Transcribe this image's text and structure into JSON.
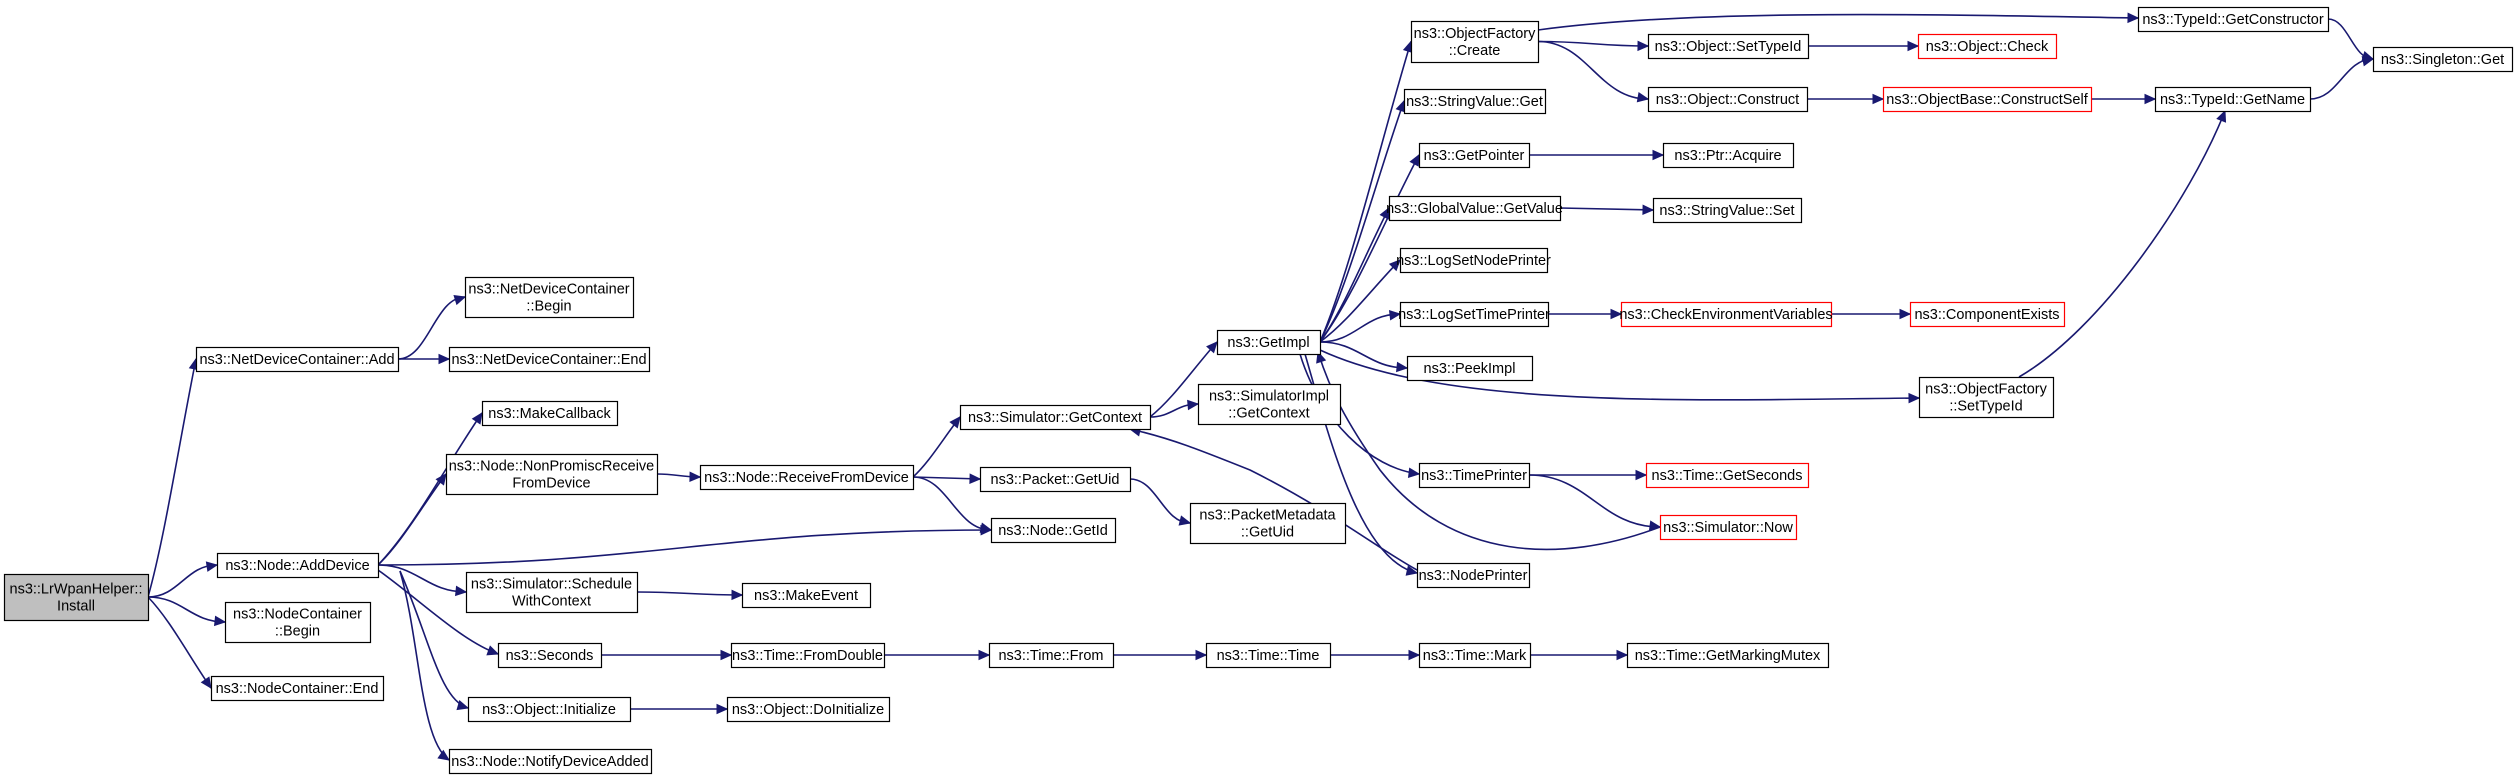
{
  "diagram": {
    "type": "call-graph",
    "root": "root",
    "colors": {
      "edge": "#191970",
      "node_border": "#000000",
      "node_border_truncated": "#ff0000",
      "root_fill": "#bfbfbf",
      "node_fill": "#ffffff"
    },
    "nodes": [
      {
        "id": "root",
        "lines": [
          "ns3::LrWpanHelper::",
          "Install"
        ],
        "root": true
      },
      {
        "id": "ndc-add",
        "lines": [
          "ns3::NetDeviceContainer::Add"
        ]
      },
      {
        "id": "node-adddevice",
        "lines": [
          "ns3::Node::AddDevice"
        ]
      },
      {
        "id": "nc-begin",
        "lines": [
          "ns3::NodeContainer",
          "::Begin"
        ]
      },
      {
        "id": "nc-end",
        "lines": [
          "ns3::NodeContainer::End"
        ]
      },
      {
        "id": "ndc-begin",
        "lines": [
          "ns3::NetDeviceContainer",
          "::Begin"
        ]
      },
      {
        "id": "ndc-end",
        "lines": [
          "ns3::NetDeviceContainer::End"
        ]
      },
      {
        "id": "makecallback",
        "lines": [
          "ns3::MakeCallback"
        ]
      },
      {
        "id": "nonpromisc",
        "lines": [
          "ns3::Node::NonPromiscReceive",
          "FromDevice"
        ]
      },
      {
        "id": "sched-ctx",
        "lines": [
          "ns3::Simulator::Schedule",
          "WithContext"
        ]
      },
      {
        "id": "seconds",
        "lines": [
          "ns3::Seconds"
        ]
      },
      {
        "id": "obj-init",
        "lines": [
          "ns3::Object::Initialize"
        ]
      },
      {
        "id": "notify-added",
        "lines": [
          "ns3::Node::NotifyDeviceAdded"
        ]
      },
      {
        "id": "receivefrom",
        "lines": [
          "ns3::Node::ReceiveFromDevice"
        ]
      },
      {
        "id": "makeevent",
        "lines": [
          "ns3::MakeEvent"
        ]
      },
      {
        "id": "fromdouble",
        "lines": [
          "ns3::Time::FromDouble"
        ]
      },
      {
        "id": "doinit",
        "lines": [
          "ns3::Object::DoInitialize"
        ]
      },
      {
        "id": "sim-getctx",
        "lines": [
          "ns3::Simulator::GetContext"
        ]
      },
      {
        "id": "pkt-getuid",
        "lines": [
          "ns3::Packet::GetUid"
        ]
      },
      {
        "id": "node-getid",
        "lines": [
          "ns3::Node::GetId"
        ]
      },
      {
        "id": "time-from",
        "lines": [
          "ns3::Time::From"
        ]
      },
      {
        "id": "getimpl",
        "lines": [
          "ns3::GetImpl"
        ]
      },
      {
        "id": "simimpl-getctx",
        "lines": [
          "ns3::SimulatorImpl",
          "::GetContext"
        ]
      },
      {
        "id": "pktmeta-getuid",
        "lines": [
          "ns3::PacketMetadata",
          "::GetUid"
        ]
      },
      {
        "id": "time-time",
        "lines": [
          "ns3::Time::Time"
        ]
      },
      {
        "id": "of-create",
        "lines": [
          "ns3::ObjectFactory",
          "::Create"
        ]
      },
      {
        "id": "stringvalue-get",
        "lines": [
          "ns3::StringValue::Get"
        ]
      },
      {
        "id": "getpointer",
        "lines": [
          "ns3::GetPointer"
        ]
      },
      {
        "id": "gv-getvalue",
        "lines": [
          "ns3::GlobalValue::GetValue"
        ]
      },
      {
        "id": "logsetnode",
        "lines": [
          "ns3::LogSetNodePrinter"
        ]
      },
      {
        "id": "logsettime",
        "lines": [
          "ns3::LogSetTimePrinter"
        ]
      },
      {
        "id": "peekimpl",
        "lines": [
          "ns3::PeekImpl"
        ]
      },
      {
        "id": "timeprinter",
        "lines": [
          "ns3::TimePrinter"
        ]
      },
      {
        "id": "nodeprinter",
        "lines": [
          "ns3::NodePrinter"
        ]
      },
      {
        "id": "time-mark",
        "lines": [
          "ns3::Time::Mark"
        ]
      },
      {
        "id": "obj-settypeid",
        "lines": [
          "ns3::Object::SetTypeId"
        ]
      },
      {
        "id": "obj-construct",
        "lines": [
          "ns3::Object::Construct"
        ]
      },
      {
        "id": "ptr-acquire",
        "lines": [
          "ns3::Ptr::Acquire"
        ]
      },
      {
        "id": "stringvalue-set",
        "lines": [
          "ns3::StringValue::Set"
        ]
      },
      {
        "id": "checkenv",
        "lines": [
          "ns3::CheckEnvironmentVariables"
        ],
        "truncated": true
      },
      {
        "id": "time-getseconds",
        "lines": [
          "ns3::Time::GetSeconds"
        ],
        "truncated": true
      },
      {
        "id": "sim-now",
        "lines": [
          "ns3::Simulator::Now"
        ],
        "truncated": true
      },
      {
        "id": "time-getmarkingmutex",
        "lines": [
          "ns3::Time::GetMarkingMutex"
        ]
      },
      {
        "id": "obj-check",
        "lines": [
          "ns3::Object::Check"
        ],
        "truncated": true
      },
      {
        "id": "objbase-constructself",
        "lines": [
          "ns3::ObjectBase::ConstructSelf"
        ],
        "truncated": true
      },
      {
        "id": "componentexists",
        "lines": [
          "ns3::ComponentExists"
        ],
        "truncated": true
      },
      {
        "id": "of-settypeid",
        "lines": [
          "ns3::ObjectFactory",
          "::SetTypeId"
        ]
      },
      {
        "id": "typeid-getconstructor",
        "lines": [
          "ns3::TypeId::GetConstructor"
        ]
      },
      {
        "id": "typeid-getname",
        "lines": [
          "ns3::TypeId::GetName"
        ]
      },
      {
        "id": "singleton-get",
        "lines": [
          "ns3::Singleton::Get"
        ]
      }
    ],
    "edges": [
      [
        "root",
        "ndc-add"
      ],
      [
        "root",
        "node-adddevice"
      ],
      [
        "root",
        "nc-begin"
      ],
      [
        "root",
        "nc-end"
      ],
      [
        "ndc-add",
        "ndc-begin"
      ],
      [
        "ndc-add",
        "ndc-end"
      ],
      [
        "node-adddevice",
        "makecallback"
      ],
      [
        "node-adddevice",
        "nonpromisc"
      ],
      [
        "node-adddevice",
        "node-getid"
      ],
      [
        "node-adddevice",
        "sched-ctx"
      ],
      [
        "node-adddevice",
        "seconds"
      ],
      [
        "node-adddevice",
        "obj-init"
      ],
      [
        "node-adddevice",
        "notify-added"
      ],
      [
        "nonpromisc",
        "receivefrom"
      ],
      [
        "receivefrom",
        "sim-getctx"
      ],
      [
        "receivefrom",
        "pkt-getuid"
      ],
      [
        "receivefrom",
        "node-getid"
      ],
      [
        "sched-ctx",
        "makeevent"
      ],
      [
        "seconds",
        "fromdouble"
      ],
      [
        "fromdouble",
        "time-from"
      ],
      [
        "time-from",
        "time-time"
      ],
      [
        "time-time",
        "time-mark"
      ],
      [
        "time-mark",
        "time-getmarkingmutex"
      ],
      [
        "obj-init",
        "doinit"
      ],
      [
        "sim-getctx",
        "getimpl"
      ],
      [
        "sim-getctx",
        "simimpl-getctx"
      ],
      [
        "pkt-getuid",
        "pktmeta-getuid"
      ],
      [
        "getimpl",
        "of-create"
      ],
      [
        "getimpl",
        "stringvalue-get"
      ],
      [
        "getimpl",
        "getpointer"
      ],
      [
        "getimpl",
        "gv-getvalue"
      ],
      [
        "getimpl",
        "logsetnode"
      ],
      [
        "getimpl",
        "logsettime"
      ],
      [
        "getimpl",
        "peekimpl"
      ],
      [
        "getimpl",
        "timeprinter"
      ],
      [
        "getimpl",
        "nodeprinter"
      ],
      [
        "getimpl",
        "of-settypeid"
      ],
      [
        "of-create",
        "typeid-getconstructor"
      ],
      [
        "of-create",
        "obj-settypeid"
      ],
      [
        "of-create",
        "obj-construct"
      ],
      [
        "obj-settypeid",
        "obj-check"
      ],
      [
        "obj-construct",
        "objbase-constructself"
      ],
      [
        "objbase-constructself",
        "typeid-getname"
      ],
      [
        "getpointer",
        "ptr-acquire"
      ],
      [
        "gv-getvalue",
        "stringvalue-set"
      ],
      [
        "logsettime",
        "checkenv"
      ],
      [
        "checkenv",
        "componentexists"
      ],
      [
        "timeprinter",
        "time-getseconds"
      ],
      [
        "timeprinter",
        "sim-now"
      ],
      [
        "sim-now",
        "getimpl"
      ],
      [
        "nodeprinter",
        "sim-getctx"
      ],
      [
        "of-settypeid",
        "typeid-getname"
      ],
      [
        "typeid-getconstructor",
        "singleton-get"
      ],
      [
        "typeid-getname",
        "singleton-get"
      ]
    ]
  }
}
